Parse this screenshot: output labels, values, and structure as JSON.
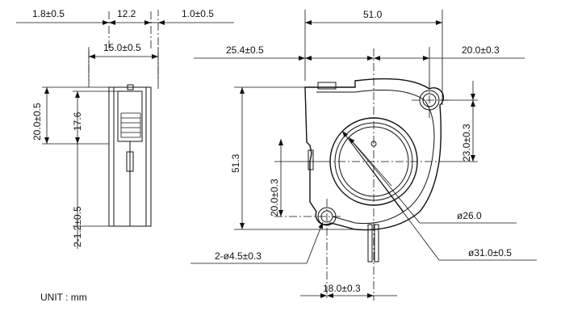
{
  "dimensions": {
    "top_left": "1.8±0.5",
    "top_mid": "12.2",
    "top_right": "1.0±0.5",
    "side_width": "15.0±0.5",
    "height_left": "20.0±0.5",
    "inner_height": "17.6",
    "lead_offset": "2-1.2±0.5",
    "overall_width": "51.0",
    "left_to_center": "25.4±0.5",
    "right_to_center": "20.0±0.3",
    "overall_height": "51.3",
    "hole_to_center": "20.0±0.3",
    "top_hole_to_center": "23.0±0.3",
    "hub_diameter": "ø26.0",
    "hole_diameter": "2-ø4.5±0.3",
    "housing_diameter": "ø31.0±0.5",
    "bottom_hole_offset": "18.0±0.3"
  },
  "unit_label": "UNIT : mm"
}
